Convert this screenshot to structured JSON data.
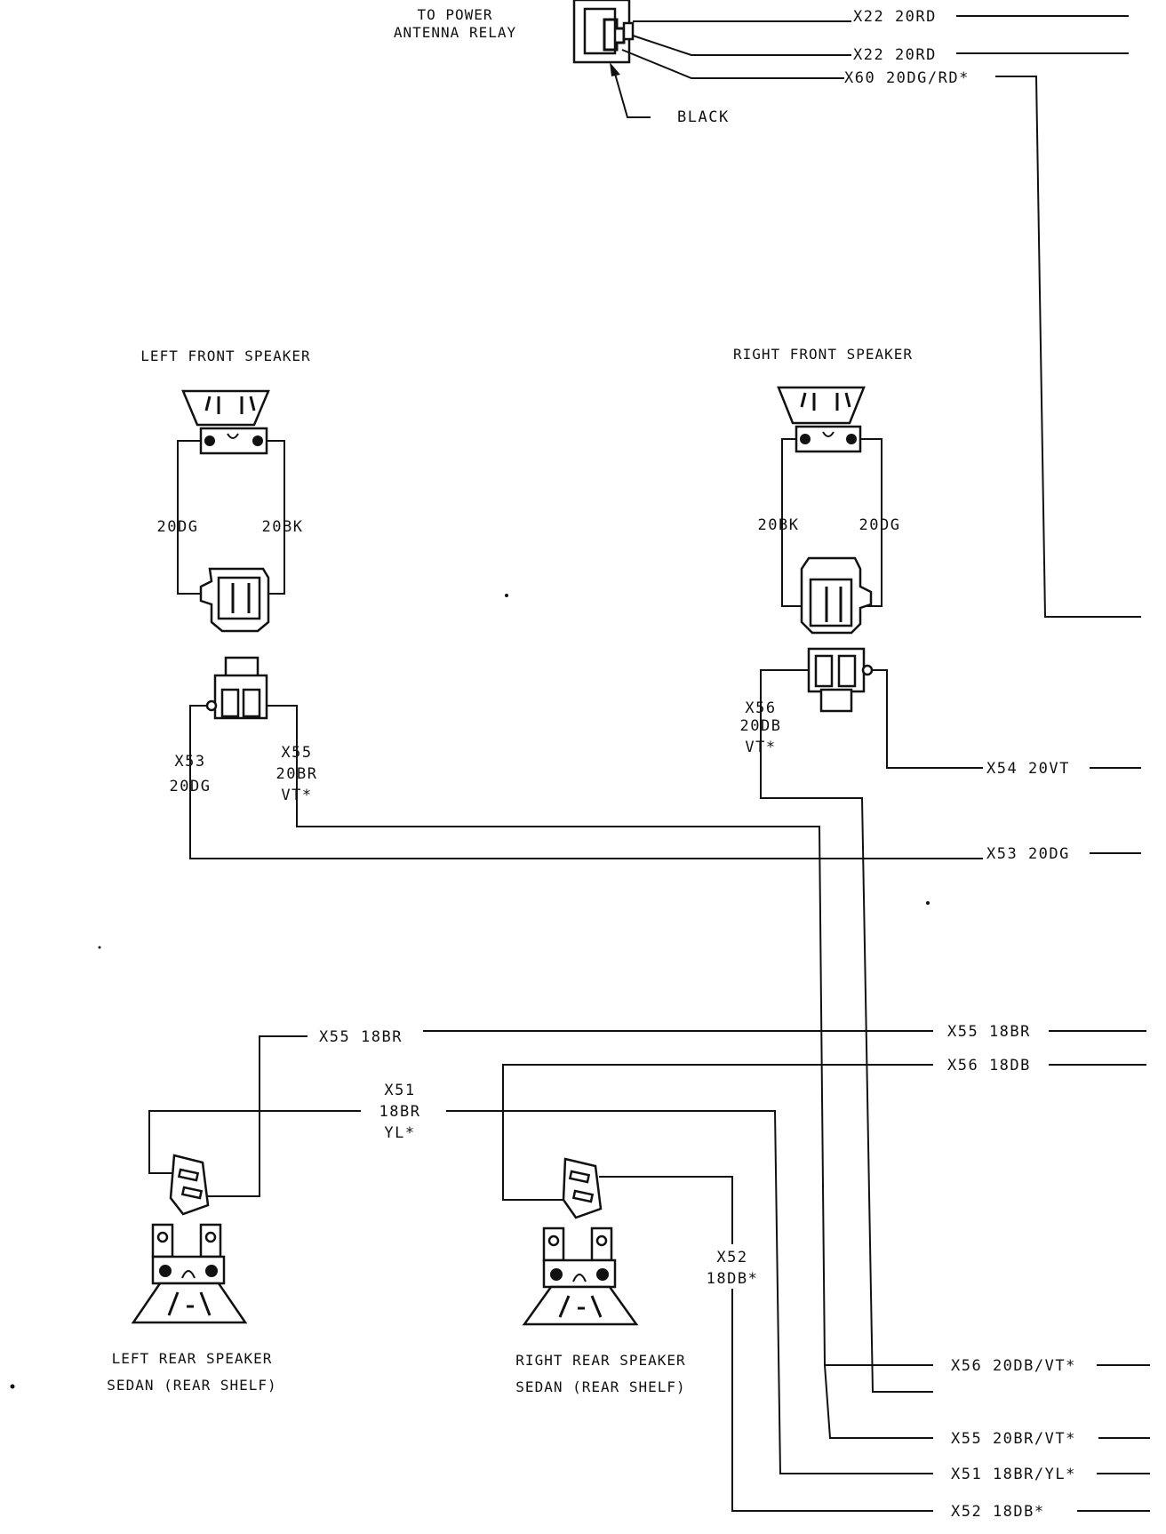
{
  "relay": {
    "title_line1": "TO POWER",
    "title_line2": "ANTENNA RELAY",
    "color_label": "BLACK",
    "wires": [
      "X22 20RD",
      "X22 20RD",
      "X60 20DG/RD*"
    ]
  },
  "left_front_speaker": {
    "title": "LEFT FRONT SPEAKER",
    "wire_a": "20DG",
    "wire_b": "20BK",
    "conn_a_line1": "X53",
    "conn_a_line2": "20DG",
    "conn_b_line1": "X55",
    "conn_b_line2": "20BR",
    "conn_b_line3": "VT*"
  },
  "right_front_speaker": {
    "title": "RIGHT FRONT SPEAKER",
    "wire_a": "20BK",
    "wire_b": "20DG",
    "conn_a_line1": "X56",
    "conn_a_line2": "20DB",
    "conn_a_line3": "VT*"
  },
  "right_wires": {
    "x54": "X54 20VT",
    "x53": "X53 20DG",
    "x55": "X55 18BR",
    "x56": "X56 18DB",
    "x56b": "X56 20DB/VT*",
    "x55b": "X55 20BR/VT*",
    "x51b": "X51 18BR/YL*",
    "x52b": "X52 18DB*"
  },
  "mid_labels": {
    "x55_18br": "X55 18BR",
    "x51_line1": "X51",
    "x51_line2": "18BR",
    "x51_line3": "YL*",
    "x52_line1": "X52",
    "x52_line2": "18DB*"
  },
  "left_rear_speaker": {
    "title_line1": "LEFT REAR SPEAKER",
    "title_line2": "SEDAN (REAR SHELF)"
  },
  "right_rear_speaker": {
    "title_line1": "RIGHT REAR SPEAKER",
    "title_line2": "SEDAN (REAR SHELF)"
  }
}
